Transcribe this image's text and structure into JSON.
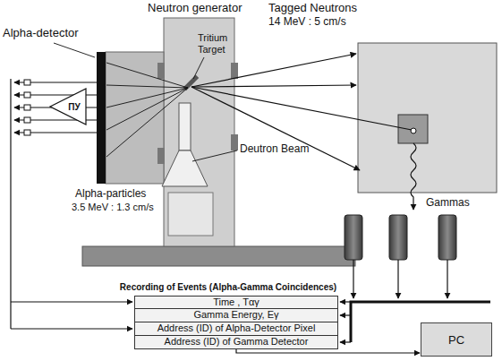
{
  "diagram": {
    "nodes": [
      {
        "text": [
          "ПУ"
        ]
      },
      {
        "text": [
          "Recording of Events (Alpha-Gamma Coincidences)"
        ]
      },
      {
        "text": [
          "Time , Tαγ"
        ],
        "in": 1
      },
      {
        "text": [
          "Gamma Energy, Eγ"
        ],
        "in": 1
      },
      {
        "text": [
          "Address (ID) of Alpha-Detector Pixel"
        ],
        "in": 1
      },
      {
        "text": [
          "Address (ID) of Gamma Detector"
        ],
        "in": 1
      },
      {
        "text": [
          "PC"
        ]
      }
    ],
    "edges": [
      {
        "from": 5,
        "to": 6,
        "arrow": "to"
      }
    ],
    "labels": [
      "Neutron generator",
      "Tagged Neutrons",
      "14 MeV : 5 cm/s",
      "Alpha-detector",
      "Tritium",
      "Target",
      "Deutron Beam",
      "Alpha-particles",
      "3.5 MeV : 1.3 cm/s",
      "Gammas"
    ]
  }
}
